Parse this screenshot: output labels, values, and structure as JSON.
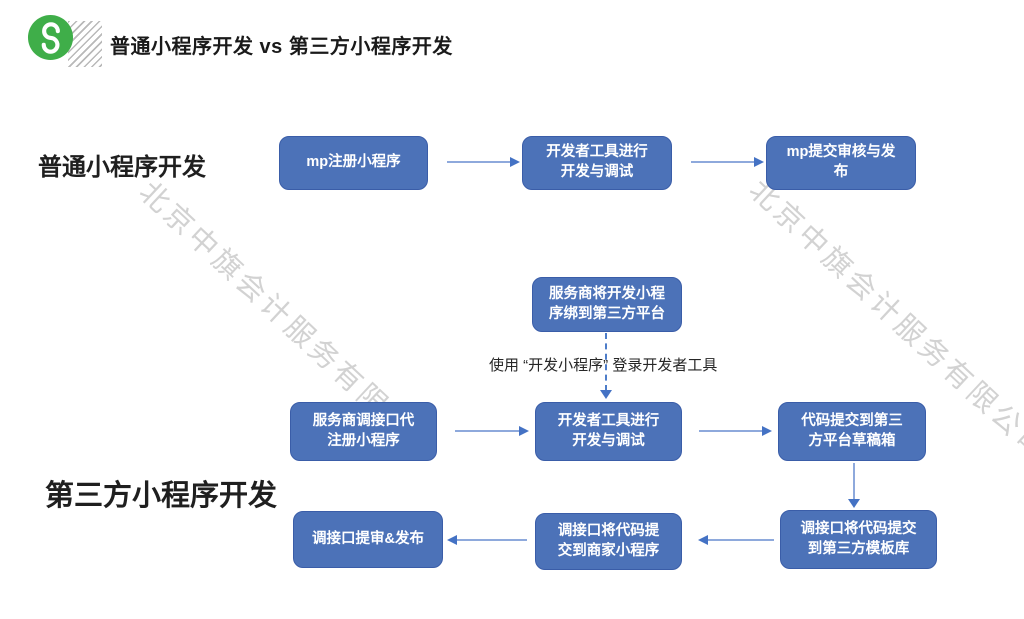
{
  "header": {
    "title": "普通小程序开发 vs 第三方小程序开发",
    "logo_icon": "wechat-miniprogram-logo"
  },
  "watermark": {
    "text": "北京中旗会计服务有限公司"
  },
  "colors": {
    "logo_green": "#3fae49",
    "box_fill": "#4c72b8",
    "box_border": "#3a5da8",
    "box_text": "#ffffff",
    "arrow_line": "#8ea9dc",
    "arrow_head": "#4472c4",
    "dashed_line": "#4e7dc9",
    "watermark": "#d2d2d2",
    "title_text": "#1a1a1a"
  },
  "diagram": {
    "section_regular": {
      "label": "普通小程序开发"
    },
    "section_third_party": {
      "label": "第三方小程序开发"
    },
    "nodes": {
      "mp_register": "mp注册小程序",
      "devtools_regular": "开发者工具进行\n开发与调试",
      "mp_submit": "mp提交审核与发\n布",
      "bind_platform": "服务商将开发小程\n序绑到第三方平台",
      "api_register": "服务商调接口代\n注册小程序",
      "devtools_third": "开发者工具进行\n开发与调试",
      "draftbox": "代码提交到第三\n方平台草稿箱",
      "template_lib": "调接口将代码提交\n到第三方模板库",
      "merchant_mp": "调接口将代码提\n交到商家小程序",
      "audit_release": "调接口提审&发布"
    },
    "annotation": "使用 “开发小程序” 登录开发者工具"
  }
}
